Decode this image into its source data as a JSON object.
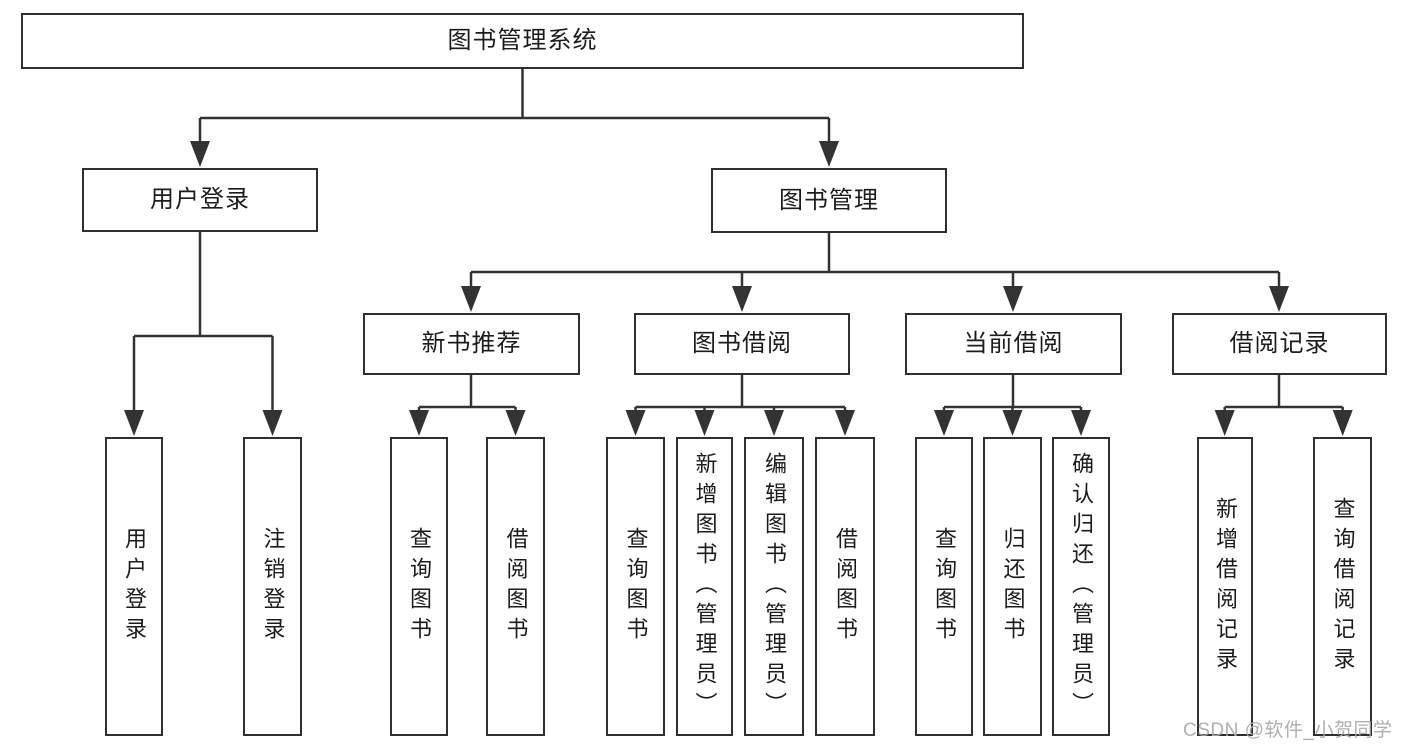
{
  "diagram": {
    "root": "图书管理系统",
    "user_login": {
      "label": "用户登录",
      "children": [
        "用户登录",
        "注销登录"
      ]
    },
    "book_mgmt": {
      "label": "图书管理",
      "sections": {
        "new_books": {
          "label": "新书推荐",
          "children": [
            "查询图书",
            "借阅图书"
          ]
        },
        "book_borrow": {
          "label": "图书借阅",
          "children": [
            "查询图书",
            "新增图书（管理员）",
            "编辑图书（管理员）",
            "借阅图书"
          ]
        },
        "current_borrow": {
          "label": "当前借阅",
          "children": [
            "查询图书",
            "归还图书",
            "确认归还（管理员）"
          ]
        },
        "borrow_records": {
          "label": "借阅记录",
          "children": [
            "新增借阅记录",
            "查询借阅记录"
          ]
        }
      }
    }
  },
  "watermark": "CSDN @软件_小贺同学",
  "colors": {
    "line": "#333333",
    "box_border": "#2f2f2f",
    "text": "#1c1c1c",
    "watermark": "#a8a8a8",
    "background": "#ffffff"
  }
}
